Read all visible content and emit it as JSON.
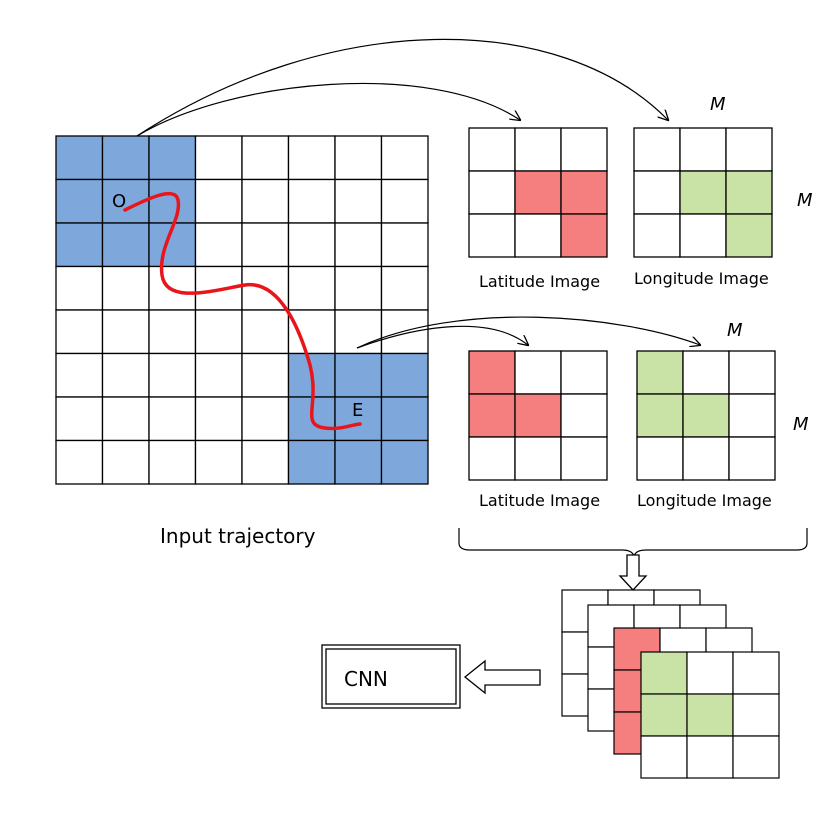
{
  "colors": {
    "blue": "#7ea8dc",
    "red": "#f57f7f",
    "green": "#c9e3a6",
    "trajectory": "#e8161b",
    "line": "#000000"
  },
  "trajectory": {
    "origin_label": "O",
    "end_label": "E",
    "caption": "Input trajectory"
  },
  "images": {
    "latitude_label": "Latitude Image",
    "longitude_label": "Longitude Image",
    "dimension_label": "M"
  },
  "cnn": {
    "label": "CNN"
  }
}
